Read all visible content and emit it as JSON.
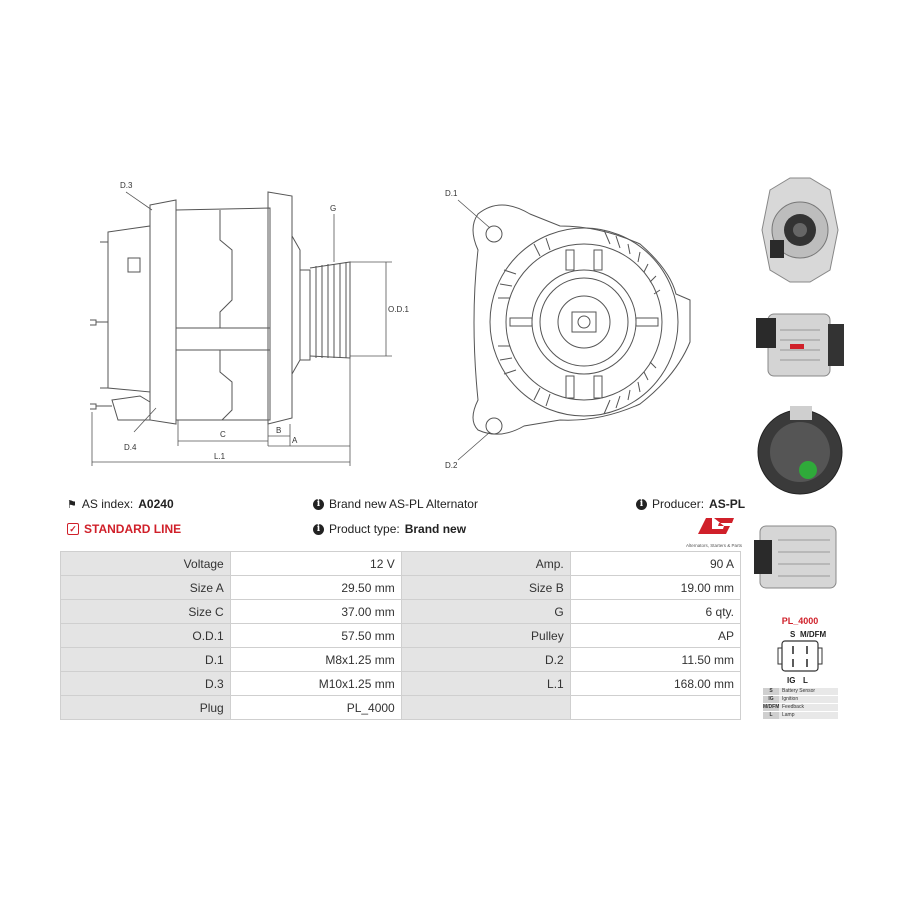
{
  "labels": {
    "d3_side": "D.3",
    "g": "G",
    "od1": "O.D.1",
    "d4": "D.4",
    "c": "C",
    "b": "B",
    "a": "A",
    "l1": "L.1",
    "d1_front": "D.1",
    "d2_front": "D.2"
  },
  "info": {
    "as_index_label": "AS index:",
    "as_index_value": "A0240",
    "brand_text": "Brand new AS-PL Alternator",
    "producer_label": "Producer:",
    "producer_value": "AS-PL",
    "standard_line": "STANDARD LINE",
    "product_type_label": "Product type:",
    "product_type_value": "Brand new",
    "logo_tagline": "Alternators, Starters & Parts"
  },
  "specs": [
    {
      "l1": "Voltage",
      "v1": "12 V",
      "l2": "Amp.",
      "v2": "90 A"
    },
    {
      "l1": "Size A",
      "v1": "29.50 mm",
      "l2": "Size B",
      "v2": "19.00 mm"
    },
    {
      "l1": "Size C",
      "v1": "37.00 mm",
      "l2": "G",
      "v2": "6 qty."
    },
    {
      "l1": "O.D.1",
      "v1": "57.50 mm",
      "l2": "Pulley",
      "v2": "AP"
    },
    {
      "l1": "D.1",
      "v1": "M8x1.25 mm",
      "l2": "D.2",
      "v2": "11.50 mm"
    },
    {
      "l1": "D.3",
      "v1": "M10x1.25 mm",
      "l2": "L.1",
      "v2": "168.00 mm"
    },
    {
      "l1": "Plug",
      "v1": "PL_4000",
      "l2": "",
      "v2": ""
    }
  ],
  "plug": {
    "title": "PL_4000",
    "pin_s": "S",
    "pin_mdfm": "M/DFM",
    "pin_ig": "IG",
    "pin_l": "L",
    "legend": [
      {
        "k": "S",
        "d": "Battery Sensor"
      },
      {
        "k": "IG",
        "d": "Ignition"
      },
      {
        "k": "M/DFM",
        "d": "Feedback"
      },
      {
        "k": "L",
        "d": "Lamp"
      }
    ]
  },
  "colors": {
    "accent": "#d0202a",
    "label_bg": "#e4e4e4",
    "border": "#cfcfcf"
  }
}
